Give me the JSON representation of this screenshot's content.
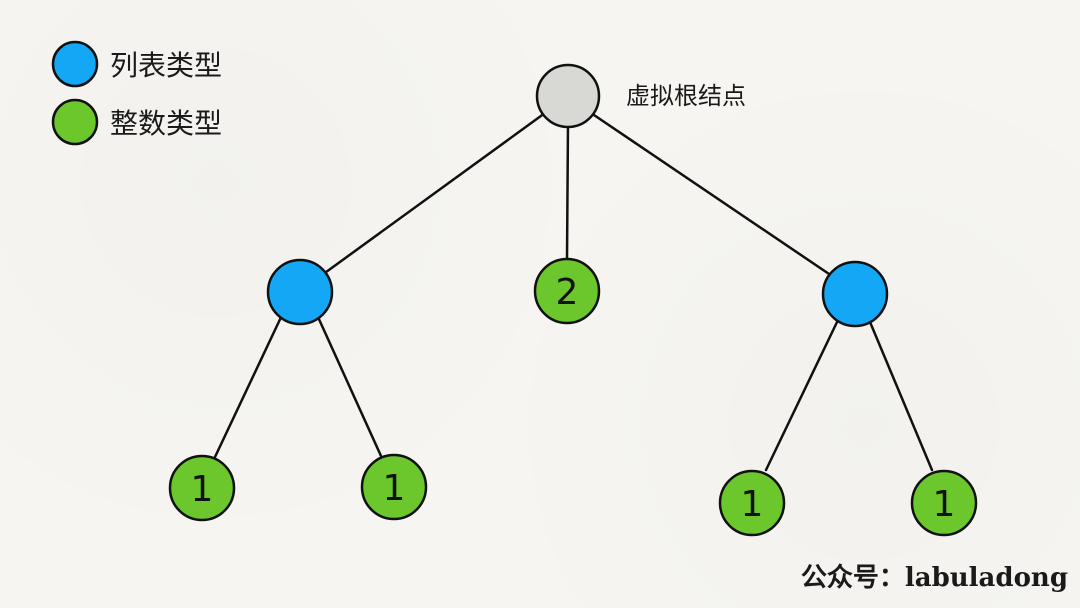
{
  "legend": {
    "items": [
      {
        "label": "列表类型",
        "color": "#13a7f5"
      },
      {
        "label": "整数类型",
        "color": "#6bc72b"
      }
    ]
  },
  "root": {
    "note": "虚拟根结点",
    "color": "#d8d8d4"
  },
  "nodes": {
    "list_left": {
      "label": "",
      "color": "#13a7f5"
    },
    "int_middle": {
      "label": "2",
      "color": "#6bc72b"
    },
    "list_right": {
      "label": "",
      "color": "#13a7f5"
    },
    "leaf_1": {
      "label": "1",
      "color": "#6bc72b"
    },
    "leaf_2": {
      "label": "1",
      "color": "#6bc72b"
    },
    "leaf_3": {
      "label": "1",
      "color": "#6bc72b"
    },
    "leaf_4": {
      "label": "1",
      "color": "#6bc72b"
    }
  },
  "watermark": "公众号：labuladong"
}
